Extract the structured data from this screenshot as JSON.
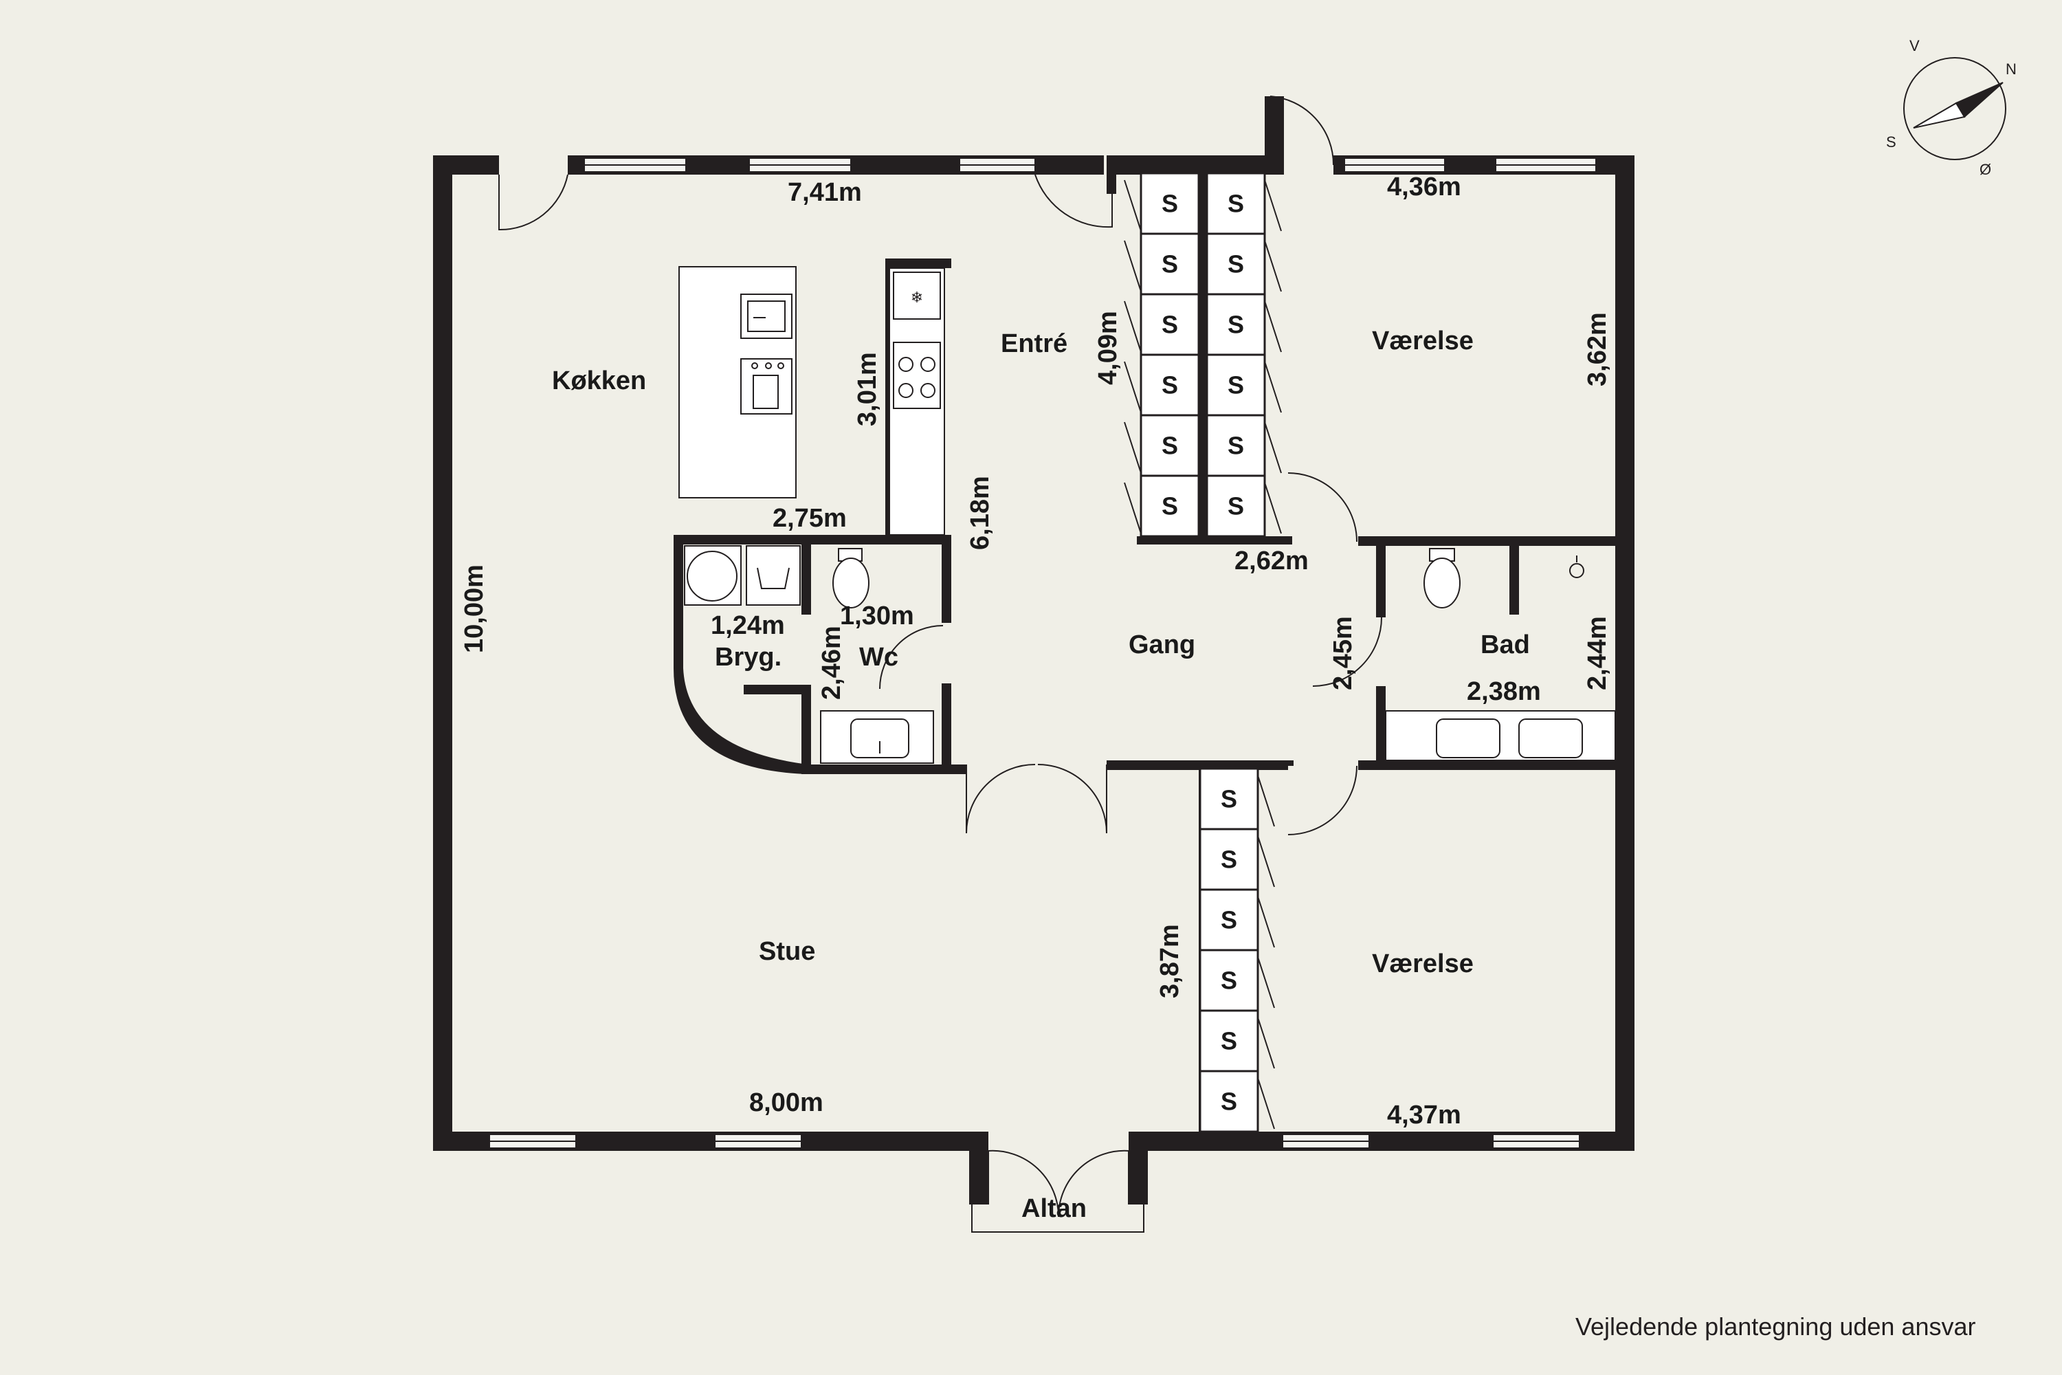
{
  "rooms": {
    "kitchen": "Køkken",
    "entrance": "Entré",
    "bedroom_top": "Værelse",
    "utility": "Bryg.",
    "toilet": "Wc",
    "hallway": "Gang",
    "bathroom": "Bad",
    "living": "Stue",
    "bedroom_bottom": "Værelse",
    "balcony": "Altan"
  },
  "dimensions": {
    "kitchen_top_width": "7,41m",
    "bedroom_top_width": "4,36m",
    "entrance_height": "4,09m",
    "bedroom_top_height": "3,62m",
    "kitchen_counter": "3,01m",
    "kitchen_width": "2,75m",
    "kitchen_height": "6,18m",
    "hall_width": "2,62m",
    "total_height": "10,00m",
    "utility_width": "1,24m",
    "toilet_width": "1,30m",
    "toilet_height": "2,46m",
    "hall_height": "2,45m",
    "bath_height": "2,44m",
    "bath_width": "2,38m",
    "living_height": "3,87m",
    "living_width": "8,00m",
    "bedroom_bottom_width": "4,37m"
  },
  "wardrobe_symbol": "S",
  "compass": {
    "north": "N",
    "west": "V",
    "south": "S",
    "east": "Ø"
  },
  "disclaimer": "Vejledende plantegning uden ansvar",
  "colors": {
    "background": "#f0efe7",
    "wall": "#231f20"
  }
}
